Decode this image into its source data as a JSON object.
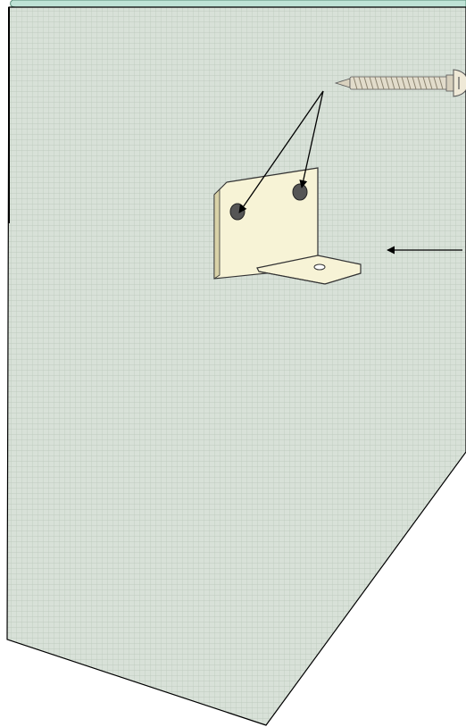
{
  "diagram": {
    "kind": "assembly-illustration",
    "labels": [],
    "parts": [
      {
        "name": "wall-panel",
        "color": "#d8e1d8",
        "grid_color": "#b9c6b9"
      },
      {
        "name": "l-bracket",
        "color": "#f7f3d6",
        "holes": 3
      },
      {
        "name": "screw",
        "color": "#e2dccb"
      },
      {
        "name": "top-band",
        "color": "#bfe3d6"
      }
    ],
    "arrows": [
      {
        "name": "screw-to-upper-left-hole"
      },
      {
        "name": "screw-to-upper-right-hole"
      },
      {
        "name": "bracket-insert-direction"
      }
    ]
  }
}
